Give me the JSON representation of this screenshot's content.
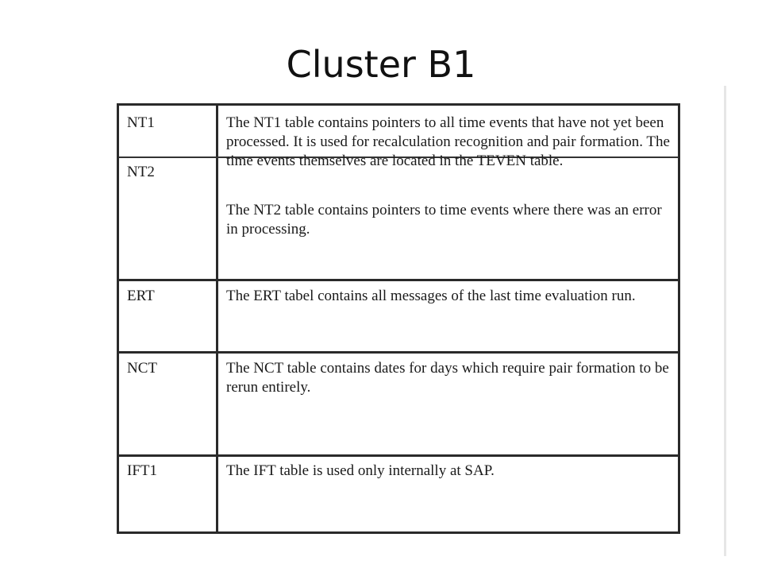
{
  "slide": {
    "title": "Cluster B1"
  },
  "table": {
    "rows": [
      {
        "label": "NT1",
        "description": "The NT1 table contains pointers to all time events that have not yet been processed.  It is used for recalculation recognition and pair formation.  The time events themselves are located in the TEVEN table."
      },
      {
        "label": "NT2",
        "description": "The NT2 table contains pointers to time events where there was an error in processing."
      },
      {
        "label": "ERT",
        "description": "The ERT tabel contains all messages of the last time evaluation run."
      },
      {
        "label": "NCT",
        "description": "The NCT table contains dates for days which require pair formation to be rerun entirely."
      },
      {
        "label": "IFT1",
        "description": "The IFT table is used only internally at SAP."
      }
    ]
  }
}
